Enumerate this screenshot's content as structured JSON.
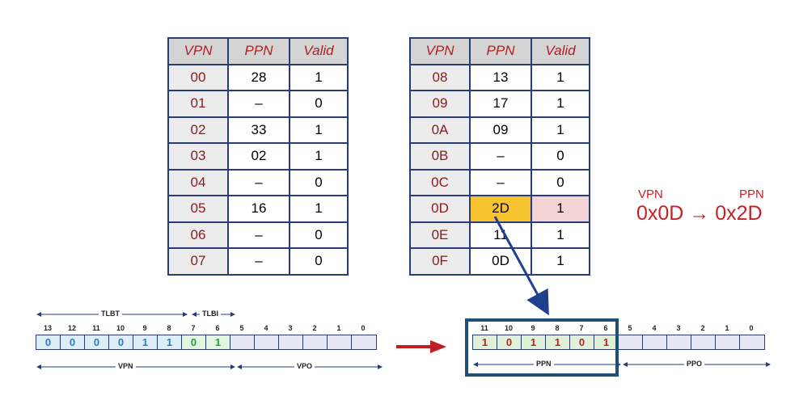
{
  "headers": {
    "vpn": "VPN",
    "ppn": "PPN",
    "valid": "Valid"
  },
  "left_table": {
    "rows": [
      {
        "vpn": "00",
        "ppn": "28",
        "valid": "1"
      },
      {
        "vpn": "01",
        "ppn": "–",
        "valid": "0"
      },
      {
        "vpn": "02",
        "ppn": "33",
        "valid": "1"
      },
      {
        "vpn": "03",
        "ppn": "02",
        "valid": "1"
      },
      {
        "vpn": "04",
        "ppn": "–",
        "valid": "0"
      },
      {
        "vpn": "05",
        "ppn": "16",
        "valid": "1"
      },
      {
        "vpn": "06",
        "ppn": "–",
        "valid": "0"
      },
      {
        "vpn": "07",
        "ppn": "–",
        "valid": "0"
      }
    ]
  },
  "right_table": {
    "rows": [
      {
        "vpn": "08",
        "ppn": "13",
        "valid": "1"
      },
      {
        "vpn": "09",
        "ppn": "17",
        "valid": "1"
      },
      {
        "vpn": "0A",
        "ppn": "09",
        "valid": "1"
      },
      {
        "vpn": "0B",
        "ppn": "–",
        "valid": "0"
      },
      {
        "vpn": "0C",
        "ppn": "–",
        "valid": "0"
      },
      {
        "vpn": "0D",
        "ppn": "2D",
        "valid": "1",
        "highlight": true
      },
      {
        "vpn": "0E",
        "ppn": "11",
        "valid": "1"
      },
      {
        "vpn": "0F",
        "ppn": "0D",
        "valid": "1"
      }
    ]
  },
  "translation": {
    "vpn_label": "VPN",
    "ppn_label": "PPN",
    "text": "0x0D → 0x2D",
    "color": "#cc1f24"
  },
  "virtual_address": {
    "bit_numbers": [
      "13",
      "12",
      "11",
      "10",
      "9",
      "8",
      "7",
      "6",
      "5",
      "4",
      "3",
      "2",
      "1",
      "0"
    ],
    "bits": [
      "0",
      "0",
      "0",
      "0",
      "1",
      "1",
      "0",
      "1",
      "",
      "",
      "",
      "",
      "",
      ""
    ],
    "tlbt_label": "TLBT",
    "tlbi_label": "TLBI",
    "vpn_label": "VPN",
    "vpo_label": "VPO"
  },
  "physical_address": {
    "bit_numbers": [
      "11",
      "10",
      "9",
      "8",
      "7",
      "6",
      "5",
      "4",
      "3",
      "2",
      "1",
      "0"
    ],
    "bits": [
      "1",
      "0",
      "1",
      "1",
      "0",
      "1",
      "",
      "",
      "",
      "",
      "",
      ""
    ],
    "ppn_label": "PPN",
    "ppo_label": "PPO"
  },
  "colors": {
    "border": "#2a3b7a",
    "header_text": "#b01f24",
    "highlight_ppn": "#f7c32f",
    "highlight_valid": "#f3d3d3",
    "arrow": "#c01d22",
    "box": "#1f4e79"
  }
}
